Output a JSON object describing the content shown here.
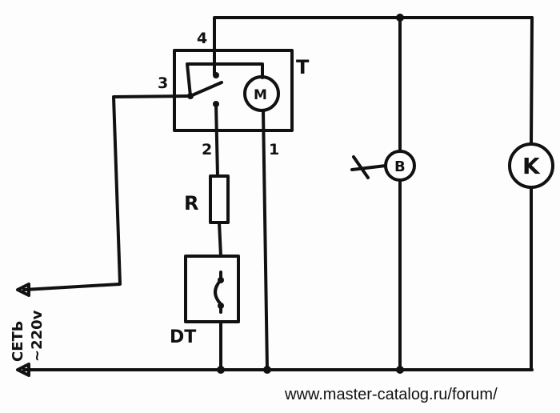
{
  "labels": {
    "pin4": "4",
    "pin3": "3",
    "pin2": "2",
    "pin1": "1",
    "thermostat": "T",
    "motor": "M",
    "resistor": "R",
    "defrost_thermostat": "DT",
    "lamp": "B",
    "compressor": "K",
    "mains": "СЕТЬ",
    "voltage": "~220v"
  },
  "watermark": "www.master-catalog.ru/forum/"
}
